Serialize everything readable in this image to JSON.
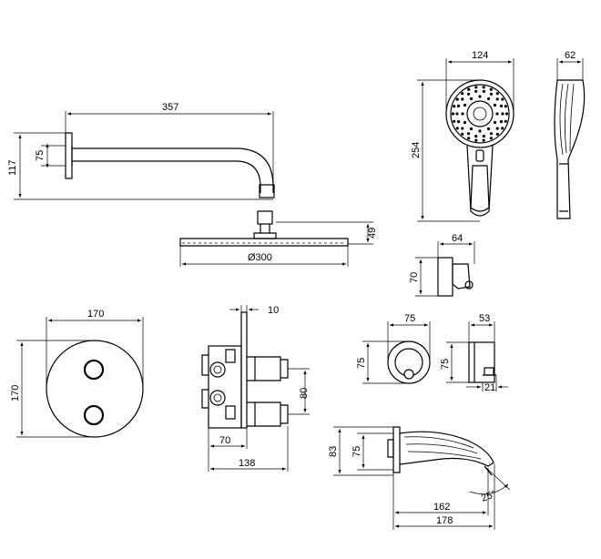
{
  "dimensions": {
    "arm_length": "357",
    "arm_height": "117",
    "arm_flange": "75",
    "head_height": "49",
    "head_diameter": "Ø300",
    "hand_width": "124",
    "hand_height": "254",
    "hand_depth": "62",
    "holder_width": "64",
    "holder_height": "70",
    "plate_width": "170",
    "plate_height": "170",
    "valve_plate": "10",
    "valve_spacing": "80",
    "valve_depth": "70",
    "valve_total": "138",
    "outlet_width": "75",
    "outlet_height": "75",
    "outlet_side_width": "53",
    "outlet_side_height": "75",
    "outlet_nozzle": "21",
    "spout_height_total": "83",
    "spout_height_plate": "75",
    "spout_reach": "162",
    "spout_total": "178",
    "spout_angle": "25°"
  }
}
